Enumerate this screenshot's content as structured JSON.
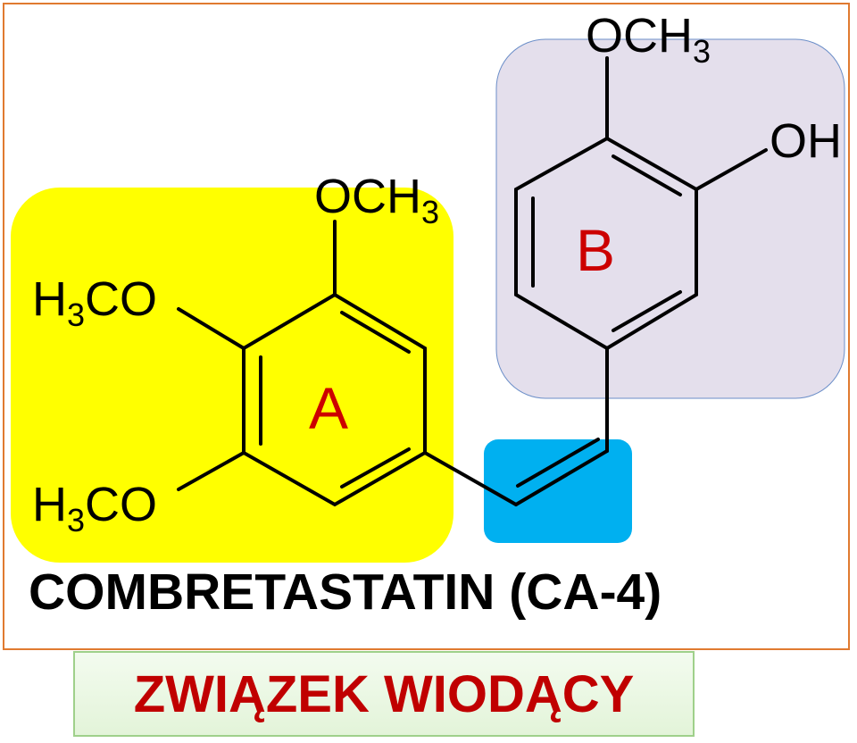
{
  "compound_name": "COMBRETASTATIN (CA-4)",
  "caption": "ZWIĄZEK WIODĄCY",
  "ring_a_label": "A",
  "ring_b_label": "B",
  "substituents": {
    "och3_main": "OCH",
    "och3_sub": "3",
    "h3co_h": "H",
    "h3co_sub": "3",
    "h3co_main": "CO",
    "oh": "OH"
  },
  "colors": {
    "ring_a_highlight": "#ffff00",
    "ring_b_highlight": "#e4dfec",
    "double_bond_highlight": "#00b0f0",
    "ring_label": "#cc0000",
    "caption_text": "#c00000",
    "frame_border": "#e07a30"
  }
}
